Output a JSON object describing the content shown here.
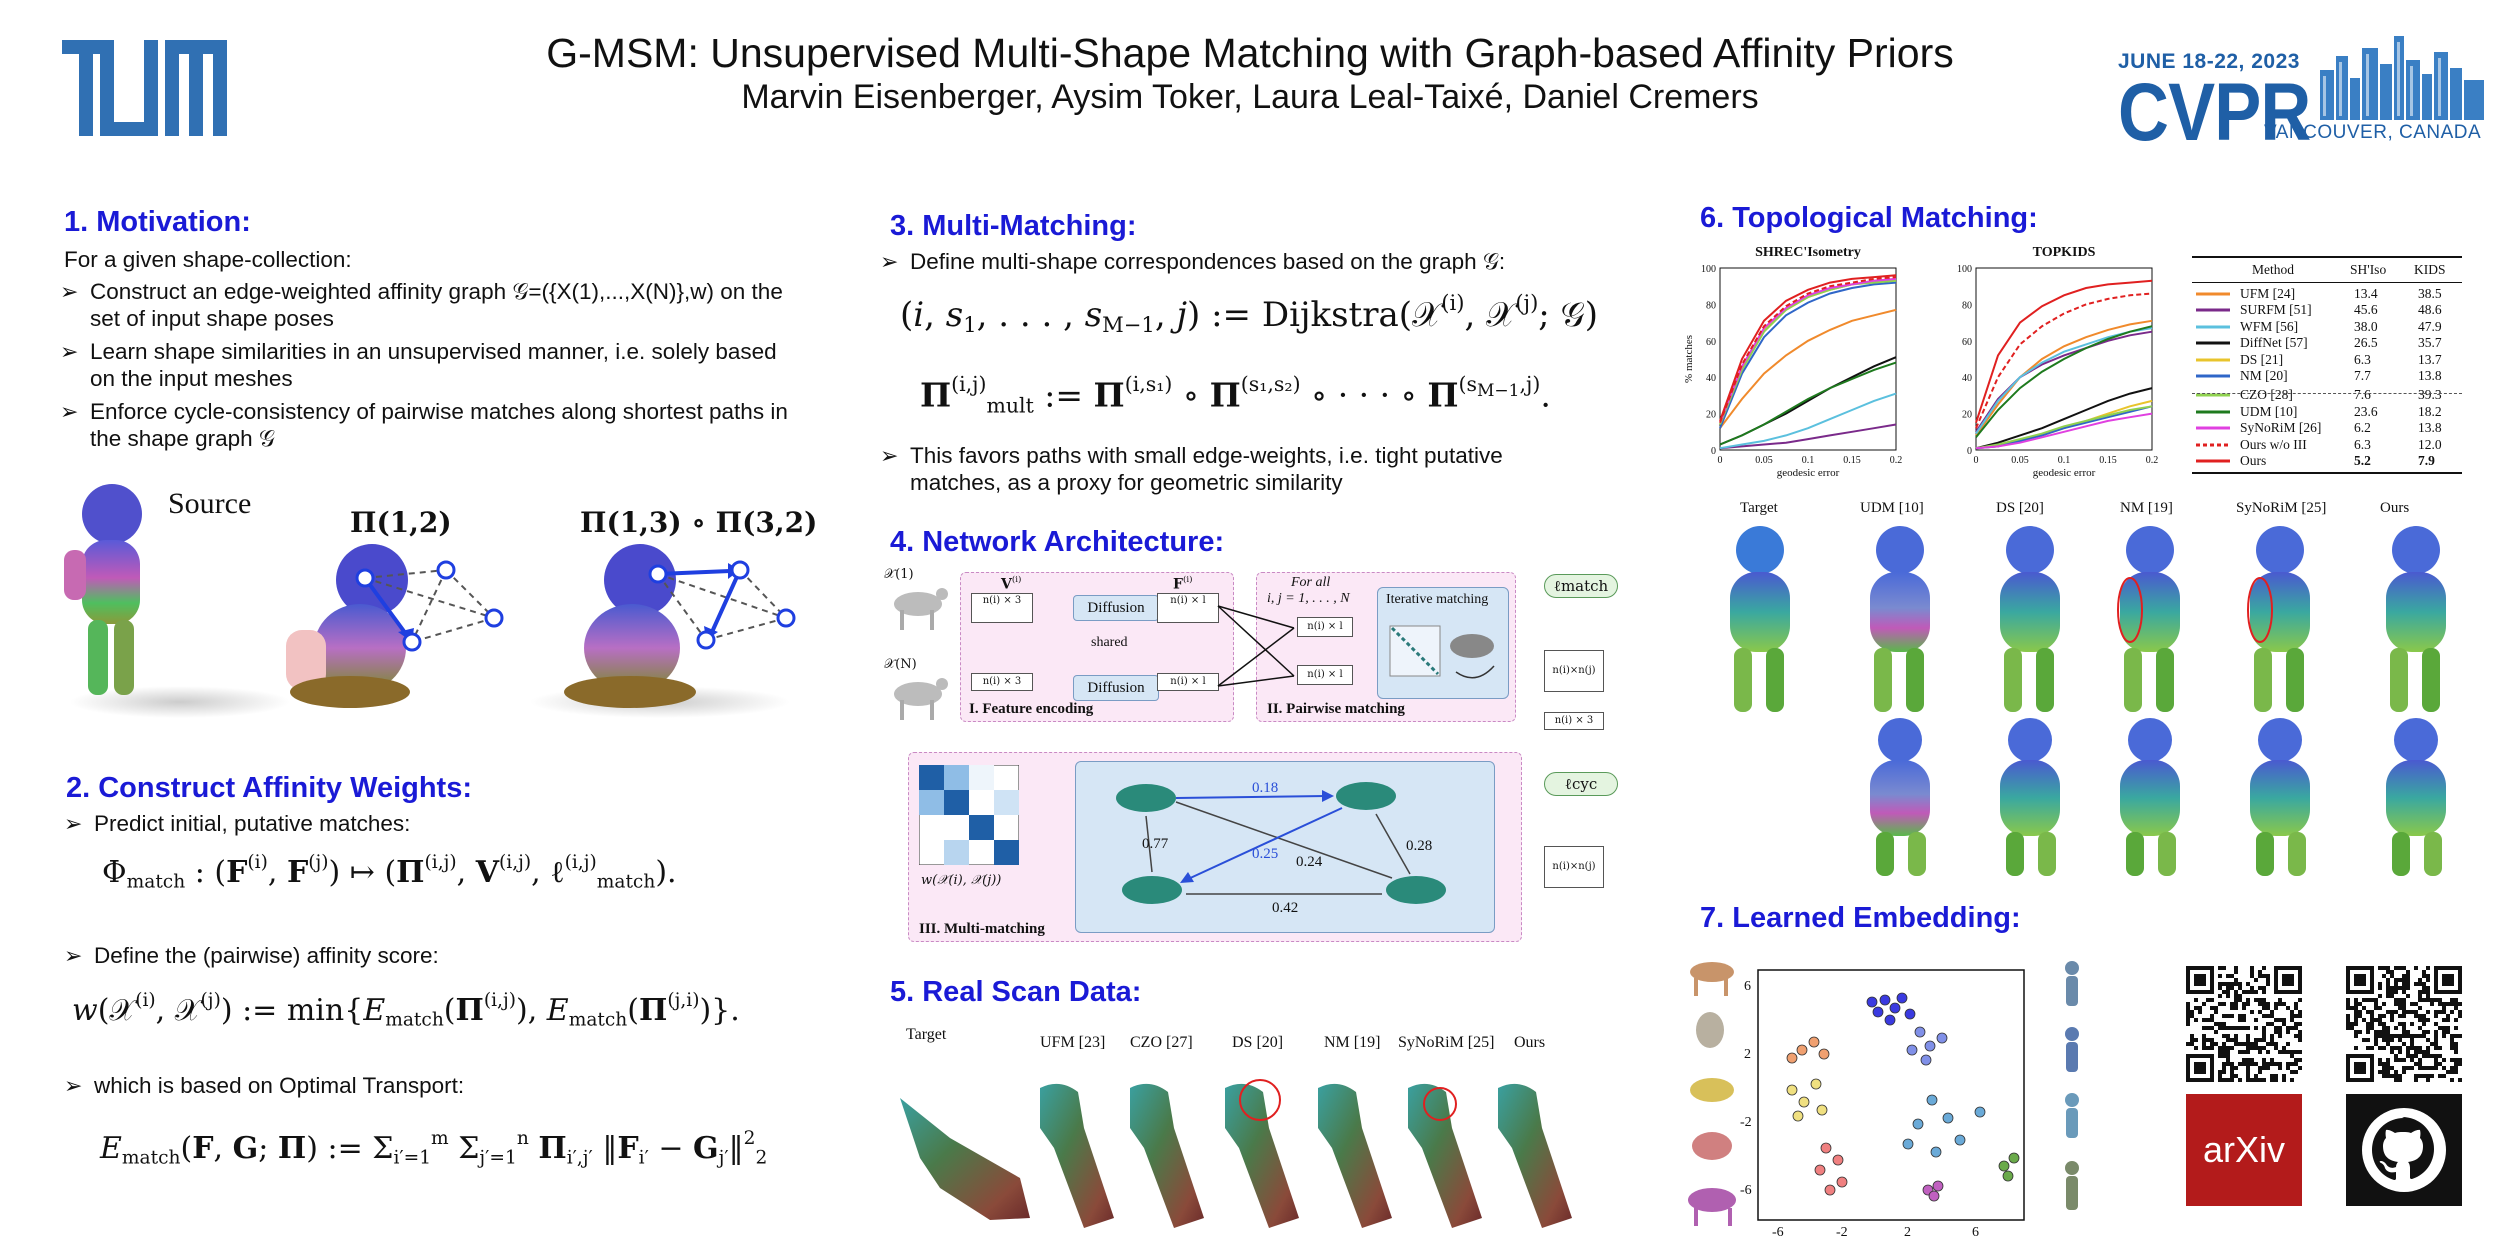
{
  "header": {
    "title": "G-MSM: Unsupervised Multi-Shape Matching with Graph-based Affinity Priors",
    "authors": "Marvin Eisenberger, Aysim Toker, Laura Leal-Taixé, Daniel Cremers",
    "conference": {
      "date": "JUNE 18-22, 2023",
      "name": "CVPR",
      "place": "VANCOUVER, CANADA"
    },
    "logo": "TUM"
  },
  "colors": {
    "heading": "#1a1ad6",
    "brand_blue": "#3070b3",
    "cvpr_blue": "#1f5fa6",
    "arxiv_red": "#b31b1b"
  },
  "sec1": {
    "heading": "1. Motivation:",
    "intro": "For a given shape-collection:",
    "bullets": [
      "Construct an edge-weighted affinity graph 𝒢=({X(1),...,X(N)},w) on the set of input shape poses",
      "Learn shape similarities in an unsupervised manner, i.e. solely based on the input meshes",
      "Enforce cycle-consistency of pairwise matches along shortest paths in the shape graph 𝒢"
    ],
    "fig_source": "Source",
    "fig_pi12": "Π(1,2)",
    "fig_pi_comp": "Π(1,3) ∘ Π(3,2)"
  },
  "sec2": {
    "heading": "2. Construct Affinity Weights:",
    "bullets": [
      "Predict initial, putative matches:",
      "Define the (pairwise) affinity score:",
      "which is based on Optimal Transport:"
    ]
  },
  "sec3": {
    "heading": "3. Multi-Matching:",
    "bullets": [
      "Define multi-shape correspondences based on the graph 𝒢:",
      "This favors paths with small edge-weights, i.e. tight putative matches, as a proxy for geometric similarity"
    ]
  },
  "sec4": {
    "heading": "4. Network Architecture:",
    "labels": {
      "diffusion": "Diffusion",
      "shared": "shared",
      "feature_encoding": "I. Feature encoding",
      "pairwise_matching": "II. Pairwise matching",
      "iterative_matching": "Iterative matching",
      "for_all": "For all",
      "index_range": "i, j = 1, . . . , N",
      "multi_matching": "III. Multi-matching",
      "l_match": "ℓmatch",
      "l_cyc": "ℓcyc",
      "w_label": "w(𝒳(i), 𝒳(j))",
      "edge_weights": [
        "0.18",
        "0.77",
        "0.25",
        "0.24",
        "0.28",
        "0.42"
      ],
      "n3": "n(i) × 3",
      "nl": "n(i) × l",
      "nxn": "n(i)×n(j)"
    }
  },
  "sec5": {
    "heading": "5. Real Scan Data:",
    "labels": [
      "Target",
      "UFM [23]",
      "CZO [27]",
      "DS [20]",
      "NM [19]",
      "SyNoRiM [25]",
      "Ours"
    ]
  },
  "sec6": {
    "heading": "6. Topological Matching:",
    "plot_titles": [
      "SHREC'Isometry",
      "TOPKIDS"
    ],
    "ylabel": "% matches",
    "xlabel": "geodesic error",
    "table": {
      "headers": [
        "Method",
        "SH'Iso",
        "KIDS"
      ],
      "rows": [
        {
          "method": "UFM [24]",
          "shiso": "13.4",
          "kids": "38.5",
          "color": "#f08a2c",
          "dash": false
        },
        {
          "method": "SURFM [51]",
          "shiso": "45.6",
          "kids": "48.6",
          "color": "#7a2a8a",
          "dash": false
        },
        {
          "method": "WFM [56]",
          "shiso": "38.0",
          "kids": "47.9",
          "color": "#5bc0de",
          "dash": false
        },
        {
          "method": "DiffNet [57]",
          "shiso": "26.5",
          "kids": "35.7",
          "color": "#111111",
          "dash": false
        },
        {
          "method": "DS [21]",
          "shiso": "6.3",
          "kids": "13.7",
          "color": "#e8c42c",
          "dash": false
        },
        {
          "method": "NM [20]",
          "shiso": "7.7",
          "kids": "13.8",
          "color": "#2f66c8",
          "dash": false
        },
        {
          "method": "CZO [28]",
          "shiso": "7.6",
          "kids": "39.3",
          "color": "#8fd14f",
          "dash": false
        },
        {
          "method": "UDM [10]",
          "shiso": "23.6",
          "kids": "18.2",
          "color": "#1e7a1e",
          "dash": false
        },
        {
          "method": "SyNoRiM [26]",
          "shiso": "6.2",
          "kids": "13.8",
          "color": "#e040e0",
          "dash": false
        },
        {
          "method": "Ours w/o III",
          "shiso": "6.3",
          "kids": "12.0",
          "color": "#e02020",
          "dash": true
        },
        {
          "method": "Ours",
          "shiso": "5.2",
          "kids": "7.9",
          "color": "#e02020",
          "dash": false
        }
      ]
    },
    "shape_labels": [
      "Target",
      "UDM [10]",
      "DS [20]",
      "NM [19]",
      "SyNoRiM [25]",
      "Ours"
    ]
  },
  "sec7": {
    "heading": "7. Learned Embedding:",
    "axis_ticks": [
      "-6",
      "-2",
      "2",
      "6"
    ],
    "arxiv": "arXiv"
  },
  "chart_data": [
    {
      "type": "line",
      "title": "SHREC'Isometry",
      "xlabel": "geodesic error",
      "ylabel": "% matches",
      "xlim": [
        0,
        0.2
      ],
      "ylim": [
        0,
        100
      ],
      "x": [
        0,
        0.025,
        0.05,
        0.075,
        0.1,
        0.125,
        0.15,
        0.175,
        0.2
      ],
      "series": [
        {
          "name": "UFM",
          "color": "#f08a2c",
          "values": [
            12,
            28,
            42,
            52,
            60,
            66,
            71,
            74,
            77
          ]
        },
        {
          "name": "SURFM",
          "color": "#7a2a8a",
          "values": [
            1,
            2,
            3,
            4,
            6,
            8,
            10,
            12,
            14
          ]
        },
        {
          "name": "WFM",
          "color": "#5bc0de",
          "values": [
            1,
            3,
            5,
            8,
            12,
            17,
            22,
            27,
            31
          ]
        },
        {
          "name": "DiffNet",
          "color": "#111111",
          "values": [
            3,
            8,
            14,
            20,
            27,
            34,
            40,
            46,
            51
          ]
        },
        {
          "name": "DS",
          "color": "#e8c42c",
          "values": [
            14,
            45,
            66,
            77,
            84,
            88,
            91,
            93,
            94
          ]
        },
        {
          "name": "NM",
          "color": "#2f66c8",
          "values": [
            12,
            42,
            62,
            74,
            81,
            86,
            89,
            91,
            92
          ]
        },
        {
          "name": "CZO",
          "color": "#8fd14f",
          "values": [
            14,
            44,
            65,
            77,
            84,
            88,
            91,
            92,
            93
          ]
        },
        {
          "name": "UDM",
          "color": "#1e7a1e",
          "values": [
            3,
            8,
            14,
            21,
            28,
            34,
            39,
            44,
            48
          ]
        },
        {
          "name": "SyNoRiM",
          "color": "#e040e0",
          "values": [
            15,
            46,
            67,
            78,
            85,
            89,
            91,
            93,
            94
          ]
        },
        {
          "name": "Ours w/o III",
          "color": "#e02020",
          "dash": true,
          "values": [
            15,
            47,
            68,
            79,
            86,
            90,
            92,
            94,
            95
          ]
        },
        {
          "name": "Ours",
          "color": "#e02020",
          "values": [
            16,
            50,
            71,
            82,
            88,
            92,
            94,
            95,
            96
          ]
        }
      ]
    },
    {
      "type": "line",
      "title": "TOPKIDS",
      "xlabel": "geodesic error",
      "xlim": [
        0,
        0.2
      ],
      "ylim": [
        0,
        100
      ],
      "x": [
        0,
        0.025,
        0.05,
        0.075,
        0.1,
        0.125,
        0.15,
        0.175,
        0.2
      ],
      "series": [
        {
          "name": "UFM",
          "color": "#f08a2c",
          "values": [
            8,
            25,
            40,
            50,
            57,
            62,
            66,
            69,
            71
          ]
        },
        {
          "name": "SURFM",
          "color": "#7a2a8a",
          "values": [
            10,
            28,
            40,
            47,
            52,
            56,
            60,
            63,
            65
          ]
        },
        {
          "name": "WFM",
          "color": "#5bc0de",
          "values": [
            9,
            27,
            40,
            48,
            54,
            58,
            62,
            65,
            67
          ]
        },
        {
          "name": "DiffNet",
          "color": "#111111",
          "values": [
            1,
            4,
            8,
            12,
            17,
            22,
            27,
            31,
            34
          ]
        },
        {
          "name": "DS",
          "color": "#e8c42c",
          "values": [
            1,
            2,
            5,
            8,
            12,
            16,
            20,
            24,
            27
          ]
        },
        {
          "name": "NM",
          "color": "#2f66c8",
          "values": [
            1,
            2,
            5,
            8,
            12,
            15,
            18,
            21,
            24
          ]
        },
        {
          "name": "CZO",
          "color": "#8fd14f",
          "values": [
            1,
            3,
            6,
            9,
            13,
            16,
            19,
            22,
            24
          ]
        },
        {
          "name": "UDM",
          "color": "#1e7a1e",
          "values": [
            7,
            22,
            34,
            43,
            50,
            56,
            61,
            65,
            68
          ]
        },
        {
          "name": "SyNoRiM",
          "color": "#e040e0",
          "values": [
            1,
            2,
            4,
            7,
            10,
            13,
            16,
            18,
            20
          ]
        },
        {
          "name": "Ours w/o III",
          "color": "#e02020",
          "dash": true,
          "values": [
            12,
            40,
            58,
            68,
            75,
            80,
            83,
            85,
            86
          ]
        },
        {
          "name": "Ours",
          "color": "#e02020",
          "values": [
            15,
            52,
            70,
            79,
            85,
            89,
            91,
            92,
            93
          ]
        }
      ]
    }
  ]
}
